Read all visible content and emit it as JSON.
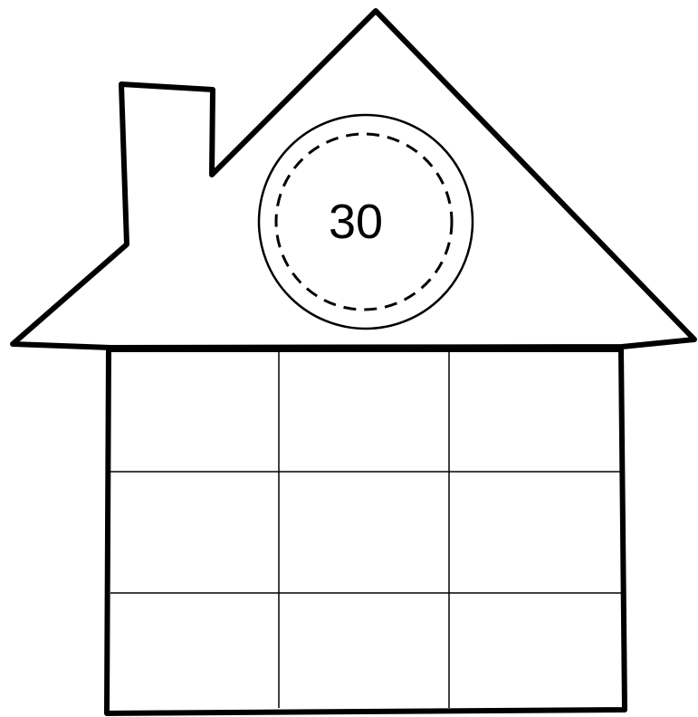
{
  "roof": {
    "number": "30"
  },
  "grid": {
    "rows": 3,
    "columns": 3,
    "cells": [
      [
        "",
        "",
        ""
      ],
      [
        "",
        "",
        ""
      ],
      [
        "",
        "",
        ""
      ]
    ]
  },
  "colors": {
    "stroke": "#000000",
    "fill": "#ffffff"
  }
}
